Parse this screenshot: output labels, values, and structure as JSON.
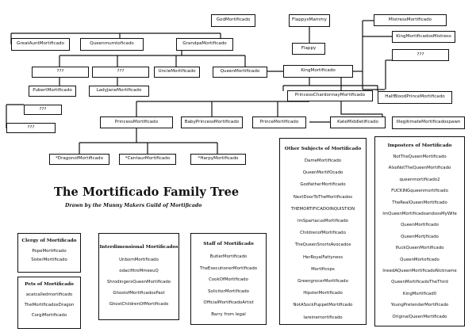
{
  "diagram": {
    "title": "The Mortificado Family Tree",
    "subtitle": "Drawn by the Munny Makers Guild of Mortificado",
    "nodes": {
      "god": "GodMortificado",
      "flappys_mammy": "FlappysMammy",
      "flappy": "Flappy",
      "mistress": "MistressMortificado",
      "king_mistress": "KingMortificadosMistress",
      "unknown_right": "???",
      "great_aunt": "GreatAuntMortificado",
      "queenmum": "Queenmumtoficado",
      "grandpa": "GrandpaMortificado",
      "unknown_a": "???",
      "unknown_b": "???",
      "uncle": "UncleMortificado",
      "queen": "QueenMortificado",
      "king": "KingMortificado",
      "pubert": "PubertMortificado",
      "ladyjane": "LadyJaneMortificado",
      "princess_chardonnay": "PrincessChardonnayMortificado",
      "halfblood": "HalfBloodPrinceMortificado",
      "unknown_c": "???",
      "unknown_d": "???",
      "princess": "PrincessMortificado",
      "baby_princess": "BabyPrincessMortificado",
      "prince": "PrinceMortificado",
      "kate": "KateMiddletificado",
      "illegitimate": "IllegitimateMortificadospawn",
      "dragon": "*DragonofMortificado",
      "centaur": "*CentaurMortificado",
      "harpy": "*HarpyMortificado"
    }
  },
  "panels": {
    "clergy": {
      "title": "Clergy of Mortificado",
      "items": [
        "PopeMortificado",
        "SisterMortificado"
      ]
    },
    "pets": {
      "title": "Pets of Mortificado",
      "items": [
        "acatcalledmortificado",
        "TheMortificadosDragon",
        "CorgiMortificado"
      ]
    },
    "interdimensional": {
      "title": "Interdimensional Mortificados",
      "items": [
        "UnbornMortificado",
        "odacifitroMmeeuQ",
        "ShrodingersQueenMortificado",
        "GhostofMortificadosPast",
        "GhostChildrenOfMortificado"
      ]
    },
    "staff": {
      "title": "Staff of Mortificado",
      "items": [
        "ButlerMortificado",
        "TheExecutionerMortificado",
        "CookOfMortificado",
        "SolicitorMortificado",
        "OfficialMortificadoArtist",
        "Barry from legal"
      ]
    },
    "other": {
      "title": "Other Subjects of Mortificado",
      "items": [
        "DameMortificado",
        "QueenMortifOcado",
        "GodfatherMortificado",
        "NextDoorToTheMortificados",
        "THEMORTIFICADOINQUISTION",
        "ImSpartacusMortificado",
        "ChildrenofMortificado",
        "TheQueenSnortsAvocados",
        "HerRoyalFattyness",
        "Mortificops",
        "GreengrocerMortificado",
        "HipsterMortificado",
        "NotASockPuppetMortificado",
        "lareinemortificado"
      ]
    },
    "imposters": {
      "title": "Imposters of Mortificado",
      "items": [
        "NotTheQueenMortificado",
        "AlsoNotTheQueenMortificado",
        "queenmortificado2",
        "FUCKINGqueenmortificado",
        "TheRealQueenMortificado",
        "ImQueenMortificadoandsosMyWife",
        "QueenMortificado",
        "QueenMortjficado",
        "IfuckQueenMortificado",
        "QueenMortoficado",
        "IneedAQueenMortificadoNickname",
        "QueenMortificadoTheThird",
        "KingMortificad0",
        "YoungPretenderMortificado",
        "OriginalQueenMortificado"
      ]
    }
  }
}
